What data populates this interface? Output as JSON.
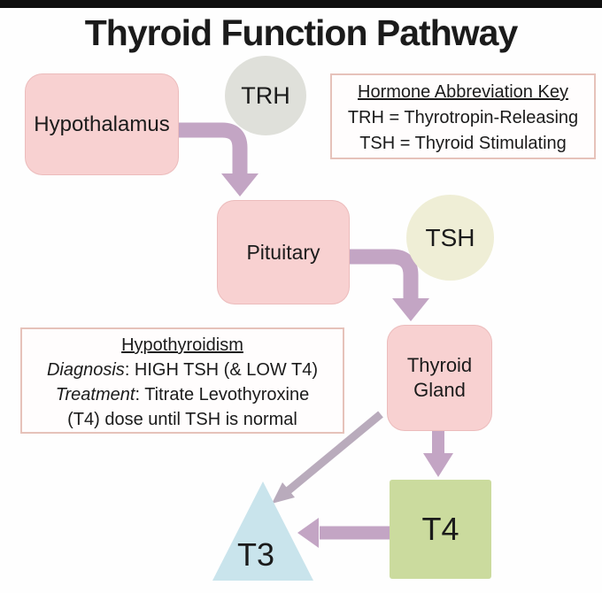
{
  "title": "Thyroid Function Pathway",
  "nodes": {
    "hypothalamus": {
      "label": "Hypothalamus"
    },
    "trh": {
      "label": "TRH"
    },
    "pituitary": {
      "label": "Pituitary"
    },
    "tsh": {
      "label": "TSH"
    },
    "thyroid_gland": {
      "label": "Thyroid Gland"
    },
    "t4": {
      "label": "T4"
    },
    "t3": {
      "label": "T3"
    }
  },
  "key_box": {
    "title": "Hormone Abbreviation Key",
    "lines": [
      "TRH = Thyrotropin-Releasing",
      "TSH = Thyroid Stimulating"
    ]
  },
  "hypothyroidism_box": {
    "title": "Hypothyroidism",
    "diagnosis_label": "Diagnosis",
    "diagnosis_text": ": HIGH TSH (& LOW T4)",
    "treatment_label": "Treatment",
    "treatment_text": ": Titrate Levothyroxine",
    "last_line": "(T4) dose until TSH is normal"
  },
  "colors": {
    "bg": "#fefefe",
    "topbar": "#101010",
    "ink": "#1b1b1b",
    "pink": "#f8d1d1",
    "gray-circle": "#dfe0da",
    "yellow-circle": "#efeed6",
    "green": "#cbdb9e",
    "blue": "#c9e4ec",
    "arrow": "#c3a5c4",
    "arrow2": "#b9abbc",
    "keybox-border": "#e6c2ba"
  }
}
